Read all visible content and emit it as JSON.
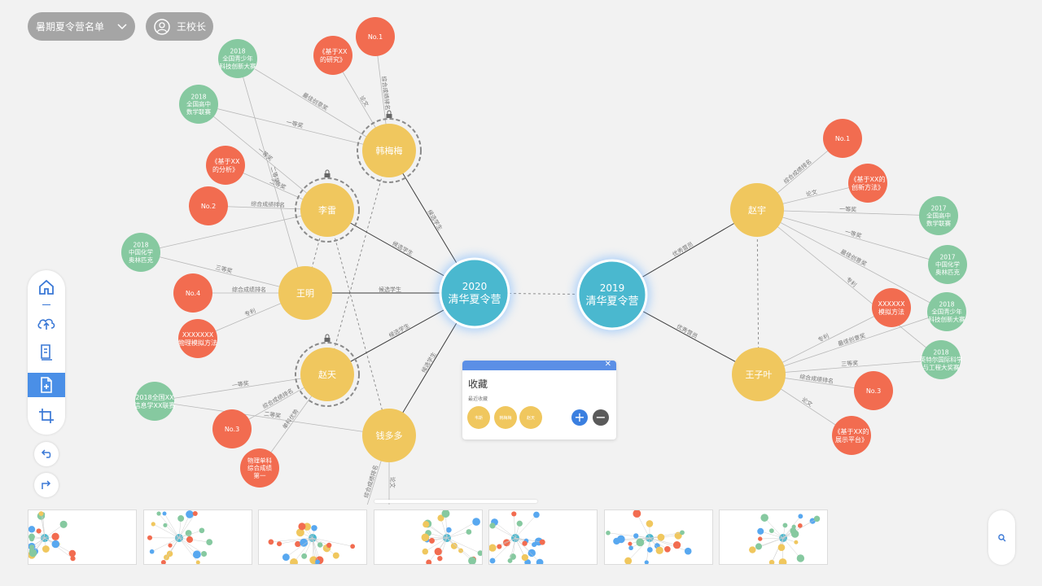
{
  "header": {
    "list_label": "暑期夏令营名单",
    "user_name": "王校长"
  },
  "colors": {
    "blue": "#4ab8cf",
    "yellow": "#f0c75e",
    "red": "#f26c50",
    "green": "#86c9a0",
    "edge": "#b8b8b8",
    "accent": "#5b8fe6"
  },
  "hubs": [
    {
      "id": "h2020",
      "line1": "2020",
      "line2": "清华夏令营"
    },
    {
      "id": "h2019",
      "line1": "2019",
      "line2": "清华夏令营"
    }
  ],
  "students": [
    {
      "id": "hmm",
      "name": "韩梅梅",
      "locked": true
    },
    {
      "id": "lilei",
      "name": "李雷",
      "locked": true
    },
    {
      "id": "wangming",
      "name": "王明",
      "locked": false
    },
    {
      "id": "zhaotian",
      "name": "赵天",
      "locked": true
    },
    {
      "id": "qdd",
      "name": "钱多多",
      "locked": false
    },
    {
      "id": "zhaoyu",
      "name": "赵宇",
      "locked": false
    },
    {
      "id": "wzy",
      "name": "王子叶",
      "locked": false
    }
  ],
  "attributes": [
    {
      "id": "a1",
      "type": "red",
      "text": [
        "No.1"
      ]
    },
    {
      "id": "a2",
      "type": "red",
      "text": [
        "《基于XX",
        "的研究》"
      ]
    },
    {
      "id": "a3",
      "type": "green",
      "text": [
        "2018",
        "全国青少年",
        "科技创新大赛"
      ]
    },
    {
      "id": "a4",
      "type": "green",
      "text": [
        "2018",
        "全国高中",
        "数学联赛"
      ]
    },
    {
      "id": "a5",
      "type": "red",
      "text": [
        "《基于XX",
        "的分析》"
      ]
    },
    {
      "id": "a6",
      "type": "red",
      "text": [
        "No.2"
      ]
    },
    {
      "id": "a7",
      "type": "green",
      "text": [
        "2018",
        "中国化学",
        "奥林匹克"
      ]
    },
    {
      "id": "a8",
      "type": "red",
      "text": [
        "No.4"
      ]
    },
    {
      "id": "a9",
      "type": "red",
      "text": [
        "XXXXXXX",
        "物理模拟方法"
      ]
    },
    {
      "id": "a10",
      "type": "green",
      "text": [
        "2018全国XX",
        "信息学XX联赛"
      ]
    },
    {
      "id": "a11",
      "type": "red",
      "text": [
        "No.3"
      ]
    },
    {
      "id": "a12",
      "type": "red",
      "text": [
        "物理单科",
        "综合成绩",
        "第一"
      ]
    },
    {
      "id": "b1",
      "type": "red",
      "text": [
        "No.1"
      ]
    },
    {
      "id": "b2",
      "type": "red",
      "text": [
        "《基于XX的",
        "创新方法》"
      ]
    },
    {
      "id": "b3",
      "type": "green",
      "text": [
        "2017",
        "全国高中",
        "数学联赛"
      ]
    },
    {
      "id": "b4",
      "type": "green",
      "text": [
        "2017",
        "中国化学",
        "奥林匹克"
      ]
    },
    {
      "id": "b5",
      "type": "red",
      "text": [
        "XXXXXX",
        "模拟方法"
      ]
    },
    {
      "id": "b6",
      "type": "green",
      "text": [
        "2018",
        "全国青少年",
        "科技创新大赛"
      ]
    },
    {
      "id": "b7",
      "type": "green",
      "text": [
        "2018",
        "英特尔国际科学",
        "与工程大奖赛"
      ]
    },
    {
      "id": "b8",
      "type": "red",
      "text": [
        "No.3"
      ]
    },
    {
      "id": "b9",
      "type": "red",
      "text": [
        "《基于XX的",
        "展示平台》"
      ]
    }
  ],
  "edge_labels": {
    "h2020_hmm": "候选学生",
    "h2020_lilei": "候选学生",
    "h2020_wangming": "候选学生",
    "h2020_zhaotian": "候选学生",
    "h2020_qdd": "候选学生",
    "h2019_zhaoyu": "优秀营员",
    "h2019_wzy": "优秀营员",
    "hmm_a1": "综合成绩排名",
    "hmm_a2": "论文",
    "hmm_a3": "最佳创意奖",
    "hmm_a4": "一等奖",
    "lilei_a5": "二等奖",
    "lilei_a5b": "论文",
    "lilei_a6": "综合成绩排名",
    "lilei_a4": "一等奖",
    "wangming_a3": "二等奖",
    "wangming_a7": "三等奖",
    "wangming_a8": "综合成绩排名",
    "wangming_a9": "专利",
    "zhaotian_a10": "一等奖",
    "zhaotian_a11": "综合成绩排名",
    "zhaotian_a12": "单科优势",
    "qdd_a10": "二等奖",
    "qdd_s1": "综合成绩排名",
    "qdd_s2": "论文",
    "zhaoyu_b1": "综合成绩排名",
    "zhaoyu_b2": "论文",
    "zhaoyu_b3": "一等奖",
    "zhaoyu_b4": "一等奖",
    "zhaoyu_b6": "最佳创意奖",
    "zhaoyu_b7": "专利",
    "wzy_b5": "专利",
    "wzy_b6": "最佳创意奖",
    "wzy_b7": "三等奖",
    "wzy_b8": "综合成绩排名",
    "wzy_b9": "论文"
  },
  "favorites": {
    "title": "收藏",
    "subtitle": "最近收藏",
    "items": [
      "韦斯",
      "韩梅梅",
      "赵天"
    ],
    "add_label": "+",
    "remove_label": "−",
    "close_label": "✕"
  },
  "toolbar": {
    "items": [
      "home-icon",
      "upload-icon",
      "document-icon",
      "add-file-icon",
      "crop-icon"
    ],
    "active": "add-file-icon"
  },
  "undo_icon": "undo-icon",
  "redo_icon": "redo-icon",
  "search_icon": "search-icon"
}
